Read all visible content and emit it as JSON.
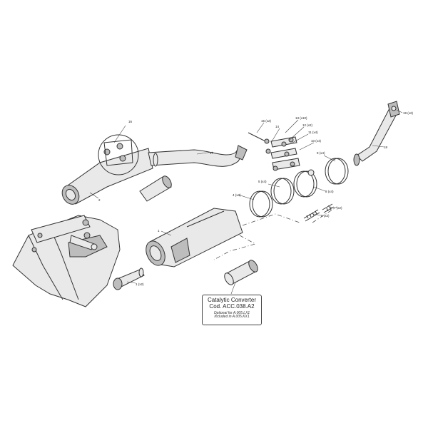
{
  "callouts": {
    "c1": "1",
    "c1x2": "1 (x2)",
    "c2": "2",
    "c4": "4 (x4)",
    "c5": "5 (x4)",
    "c6": "6 (x2)",
    "c7": "7 (x2)",
    "c8": "8 (x4)",
    "c9": "9 (x4)",
    "c10": "10 (x4)",
    "c11": "11 (x4)",
    "c12": "12 (x2)",
    "c13": "13 (x10)",
    "c14": "14",
    "c15": "15 (x2)",
    "c16": "16",
    "c17": "17",
    "c18": "18",
    "c19": "19 (x2)"
  },
  "catalytic": {
    "title": "Catalytic Converter",
    "code": "Cod. ACC.038.A2",
    "optional": "Optional for A.005.LX1",
    "included": "Included in A.005.KX1"
  },
  "colors": {
    "line": "#333333",
    "fill": "#e9e9e9",
    "shade": "#bdbdbd"
  }
}
